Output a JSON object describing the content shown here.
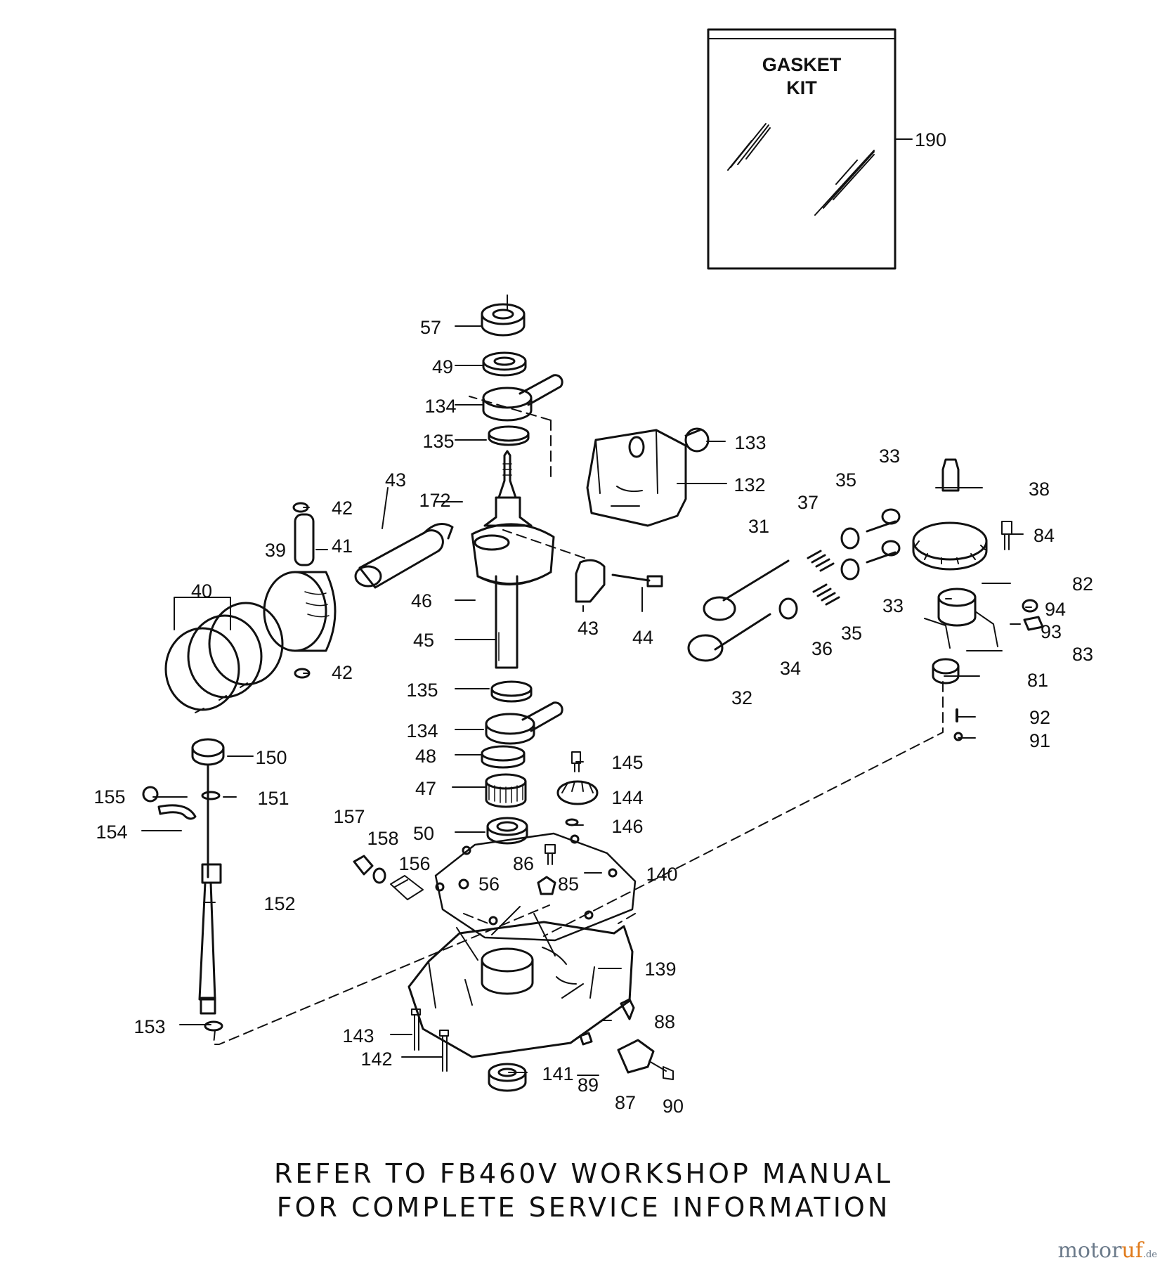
{
  "gasket_kit": {
    "line1": "GASKET",
    "line2": "KIT",
    "part": "190"
  },
  "parts": [
    {
      "id": "57"
    },
    {
      "id": "49"
    },
    {
      "id": "134"
    },
    {
      "id": "135"
    },
    {
      "id": "133"
    },
    {
      "id": "132"
    },
    {
      "id": "42"
    },
    {
      "id": "43"
    },
    {
      "id": "172"
    },
    {
      "id": "41"
    },
    {
      "id": "39"
    },
    {
      "id": "40"
    },
    {
      "id": "46"
    },
    {
      "id": "45"
    },
    {
      "id": "43"
    },
    {
      "id": "44"
    },
    {
      "id": "42"
    },
    {
      "id": "135"
    },
    {
      "id": "134"
    },
    {
      "id": "48"
    },
    {
      "id": "47"
    },
    {
      "id": "150"
    },
    {
      "id": "155"
    },
    {
      "id": "151"
    },
    {
      "id": "154"
    },
    {
      "id": "157"
    },
    {
      "id": "158"
    },
    {
      "id": "50"
    },
    {
      "id": "145"
    },
    {
      "id": "144"
    },
    {
      "id": "146"
    },
    {
      "id": "86"
    },
    {
      "id": "156"
    },
    {
      "id": "56"
    },
    {
      "id": "85"
    },
    {
      "id": "140"
    },
    {
      "id": "152"
    },
    {
      "id": "139"
    },
    {
      "id": "88"
    },
    {
      "id": "153"
    },
    {
      "id": "143"
    },
    {
      "id": "142"
    },
    {
      "id": "141"
    },
    {
      "id": "89"
    },
    {
      "id": "87"
    },
    {
      "id": "90"
    },
    {
      "id": "33"
    },
    {
      "id": "35"
    },
    {
      "id": "37"
    },
    {
      "id": "38"
    },
    {
      "id": "31"
    },
    {
      "id": "84"
    },
    {
      "id": "33"
    },
    {
      "id": "82"
    },
    {
      "id": "94"
    },
    {
      "id": "93"
    },
    {
      "id": "83"
    },
    {
      "id": "34"
    },
    {
      "id": "36"
    },
    {
      "id": "35"
    },
    {
      "id": "32"
    },
    {
      "id": "81"
    },
    {
      "id": "92"
    },
    {
      "id": "91"
    }
  ],
  "footer": {
    "line1": "REFER TO FB460V WORKSHOP MANUAL",
    "line2": "FOR COMPLETE SERVICE INFORMATION"
  },
  "watermark": {
    "brand_a": "motor",
    "brand_b": "uf",
    "tld": ".de",
    "accent": "#e07a1a"
  }
}
